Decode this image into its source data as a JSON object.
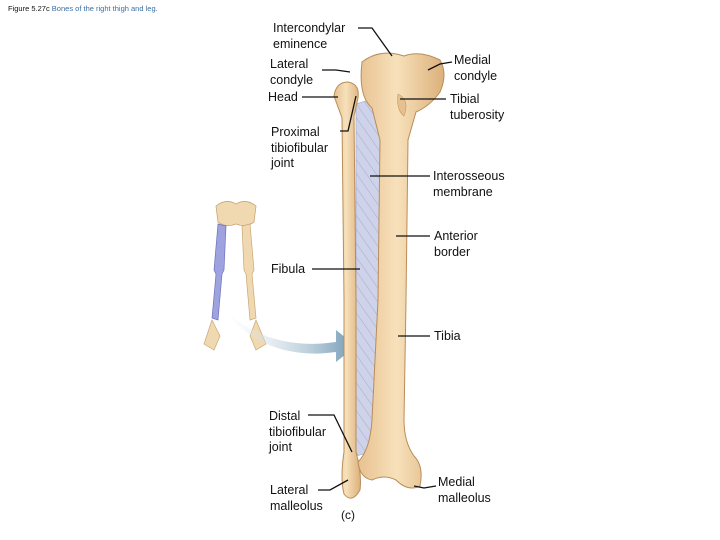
{
  "caption": {
    "figure": "Figure 5.27c",
    "description": "Bones of the right thigh and leg."
  },
  "labels": {
    "intercondylar_eminence": "Intercondylar\neminence",
    "lateral_condyle": "Lateral\ncondyle",
    "head": "Head",
    "proximal_tibiofibular_joint": "Proximal\ntibiofibular\njoint",
    "fibula": "Fibula",
    "distal_tibiofibular_joint": "Distal\ntibiofibular\njoint",
    "lateral_malleolus": "Lateral\nmalleolus",
    "medial_condyle": "Medial\ncondyle",
    "tibial_tuberosity": "Tibial\ntuberosity",
    "interosseous_membrane": "Interosseous\nmembrane",
    "anterior_border": "Anterior\nborder",
    "tibia": "Tibia",
    "medial_malleolus": "Medial\nmalleolus"
  },
  "panel_letter": "(c)",
  "colors": {
    "bone": "#f2d6a8",
    "bone_shadow": "#d9b07a",
    "membrane": "#c9cde6",
    "highlight_bone": "#8f93d6",
    "arrow": "#8fb2c9"
  }
}
